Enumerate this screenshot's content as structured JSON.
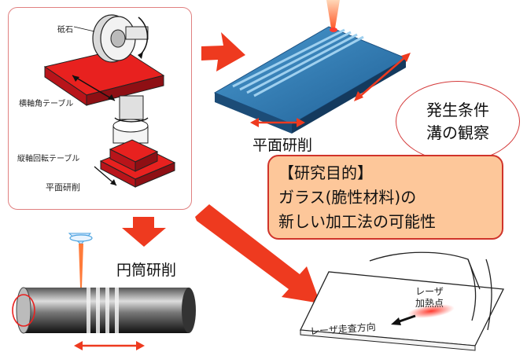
{
  "machine_labels": {
    "grindstone": "砥石",
    "horizontal_table": "横軸角テーブル",
    "vertical_table": "縦軸回転テーブル",
    "surface_grinding_small": "平面研削"
  },
  "surface_grinding": "平面研削",
  "cylindrical_grinding": "円筒研削",
  "conditions": {
    "line1": "発生条件",
    "line2": "溝の観察"
  },
  "purpose": {
    "title": "【研究目的】",
    "line1": "ガラス(脆性材料)の",
    "line2": "新しい加工法の可能性"
  },
  "laser_sheet": {
    "heat_point_line1": "レーザ",
    "heat_point_line2": "加熱点",
    "scan_direction": "レーザ走査方向"
  },
  "colors": {
    "arrow_red": "#ee3a1f",
    "box_fill": "#fdc79a",
    "box_border": "#d0342a",
    "plate_blue": "#2f7fb8"
  }
}
